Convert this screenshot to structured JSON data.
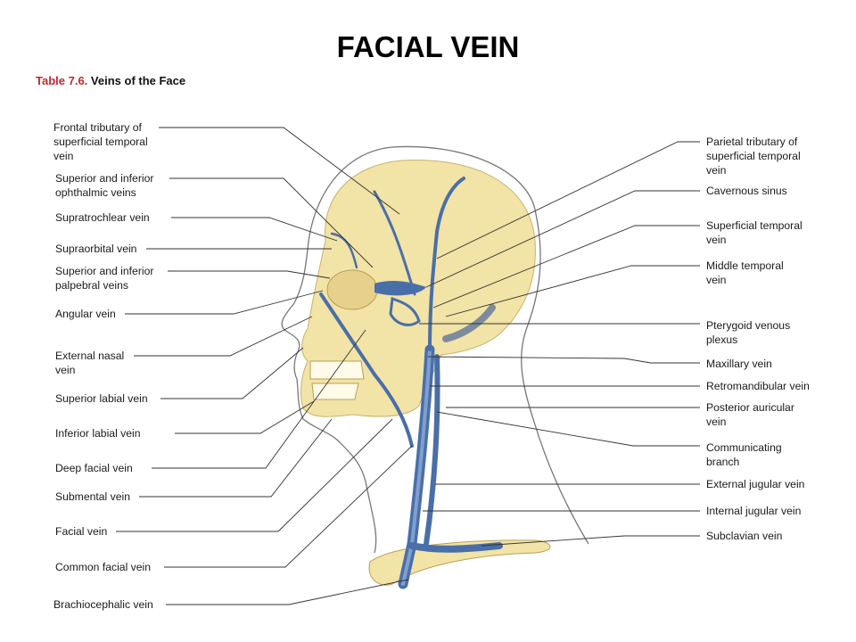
{
  "title": "FACIAL VEIN",
  "caption": {
    "number": "Table 7.6.",
    "text": "Veins of the Face"
  },
  "labels_left": [
    "Frontal tributary of\nsuperficial temporal\nvein",
    "Superior and inferior\nophthalmic veins",
    "Supratrochlear vein",
    "Supraorbital vein",
    "Superior and inferior\npalpebral veins",
    "Angular vein",
    "External nasal\nvein",
    "Superior labial vein",
    "Inferior labial vein",
    "Deep facial vein",
    "Submental vein",
    "Facial vein",
    "Common facial vein",
    "Brachiocephalic vein"
  ],
  "labels_right": [
    "Parietal tributary of\nsuperficial temporal\nvein",
    "Cavernous sinus",
    "Superficial temporal\nvein",
    "Middle temporal\nvein",
    "Pterygoid venous\nplexus",
    "Maxillary vein",
    "Retromandibular vein",
    "Posterior auricular\nvein",
    "Communicating\nbranch",
    "External jugular vein",
    "Internal jugular vein",
    "Subclavian vein"
  ],
  "colors": {
    "skull": "#f2e3a6",
    "vein": "#4a6fa8",
    "vein_light": "#7f9fd0",
    "leader": "#333333"
  }
}
